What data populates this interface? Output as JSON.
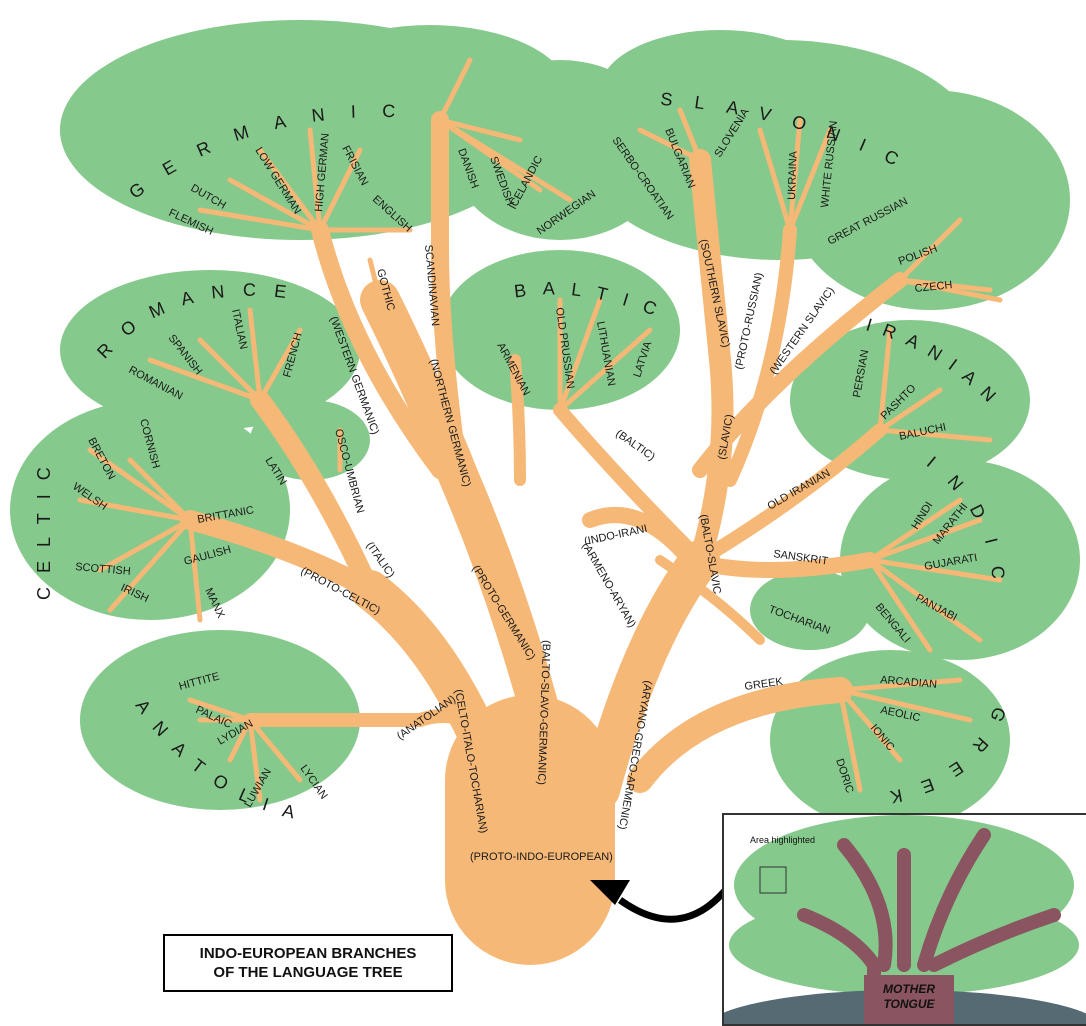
{
  "title": {
    "line1": "INDO-EUROPEAN BRANCHES",
    "line2": "OF THE LANGUAGE TREE"
  },
  "root": "(PROTO-INDO-EUROPEAN)",
  "groups": {
    "germanic": "GERMANIC",
    "slavonic": "SLAVONIC",
    "romance": "ROMANCE",
    "baltic": "BALTIC",
    "iranian": "IRANIAN",
    "celtic": "CELTIC",
    "indic": "INDIC",
    "anatolian": "ANATOLIAN",
    "greek_group": "GREEK"
  },
  "branches": {
    "celto_italo_tocharian": "(CELTO-ITALO-TOCHARIAN)",
    "balto_slavo_germanic": "(BALTO-SLAVO-GERMANIC)",
    "aryano_greco_armenic": "(ARYANO-GRECO-ARMENIC)",
    "anatolian": "(ANATOLIAN)",
    "proto_germanic": "(PROTO-GERMANIC)",
    "armeno_aryan": "(ARMENO-ARYAN)",
    "indo_irani": "(INDO-IRANI",
    "balto_slavic": "(BALTO-SLAVIC",
    "proto_celtic": "(PROTO-CELTIC)",
    "italic": "(ITALIC)",
    "western_germanic": "(WESTERN GERMANIC)",
    "northern_germanic": "(NORTHERN GERMANIC)",
    "scandinavian": "SCANDINAVIAN",
    "baltic": "(BALTIC)",
    "slavic": "(SLAVIC)",
    "southern_slavic": "(SOUTHERN SLAVIC)",
    "proto_russian": "(PROTO-RUSSIAN)",
    "western_slavic": "(WESTERN SLAVIC)",
    "latin": "LATIN",
    "brittanic": "BRITTANIC",
    "gaulish": "GAULISH",
    "old_iranian": "OLD IRANIAN",
    "sanskrit": "SANSKRIT",
    "greek": "GREEK",
    "tocharian": "TOCHARIAN",
    "armenian": "ARMENIAN",
    "osco_umbrian": "OSCO-UMBRIAN",
    "gothic": "GOTHIC"
  },
  "leaves": {
    "flemish": "FLEMISH",
    "dutch": "DUTCH",
    "low_german": "LOW GERMAN",
    "high_german": "HIGH GERMAN",
    "frisian": "FRISIAN",
    "english": "ENGLISH",
    "danish": "DANISH",
    "swedish": "SWEDISH",
    "icelandic": "ICELANDIC",
    "norwegian": "NORWEGIAN",
    "serbo_croatian": "SERBO-CROATIAN",
    "bulgarian": "BULGARIAN",
    "slovenia": "SLOVENIA",
    "ukraina": "UKRAINA",
    "white_russian": "WHITE RUSSIAN",
    "great_russian": "GREAT RUSSIAN",
    "polish": "POLISH",
    "czech": "CZECH",
    "spanish": "SPANISH",
    "italian": "ITALIAN",
    "french": "FRENCH",
    "romanian": "ROMANIAN",
    "old_prussian": "OLD PRUSSIAN",
    "lithuanian": "LITHUANIAN",
    "latvia": "LATVIA",
    "persian": "PERSIAN",
    "pashto": "PASHTO",
    "baluchi": "BALUCHI",
    "breton": "BRETON",
    "cornish": "CORNISH",
    "welsh": "WELSH",
    "scottish": "SCOTTISH",
    "irish": "IRISH",
    "manx": "MANX",
    "hindi": "HINDI",
    "marathi": "MARATHI",
    "gujarati": "GUJARATI",
    "panjabi": "PANJABI",
    "bengali": "BENGALI",
    "hittite": "HITTITE",
    "palaic": "PALAIC",
    "lydian": "LYDIAN",
    "luwian": "LUWIAN",
    "lycian": "LYCIAN",
    "arcadian": "ARCADIAN",
    "aeolic": "AEOLIC",
    "ionic": "IONIC",
    "doric": "DORIC"
  },
  "inset": {
    "area_label": "Area highlighted",
    "mother_label_1": "MOTHER",
    "mother_label_2": "TONGUE"
  },
  "colors": {
    "foliage": "#86c98c",
    "trunk": "#f6b876",
    "trunk_edge": "#d9914a",
    "inset_trunk": "#8a5560",
    "inset_ground": "#556a72"
  }
}
